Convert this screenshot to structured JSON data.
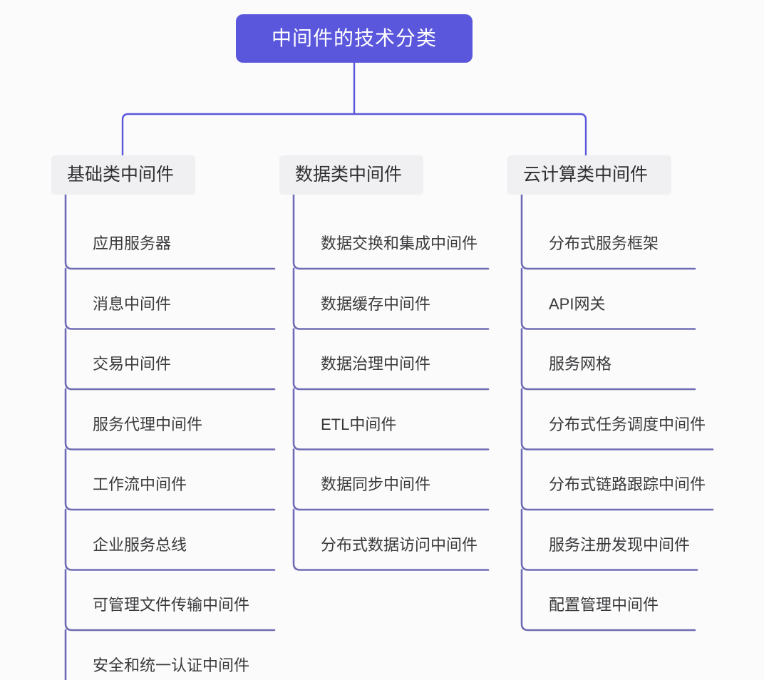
{
  "diagram": {
    "title": "中间件的技术分类",
    "type": "tree-mindmap",
    "colors": {
      "root_fill": "#5b57dc",
      "root_text": "#ffffff",
      "category_fill": "#f0f0f2",
      "category_text": "#2f2f33",
      "leaf_text": "#3a3a3d",
      "connector_root": "#5b57dc",
      "connector_branch": "#6f6cb5",
      "background": "#fbfbfb"
    }
  },
  "root": {
    "label": "中间件的技术分类"
  },
  "categories": [
    {
      "label": "基础类中间件",
      "items": [
        {
          "label": "应用服务器"
        },
        {
          "label": "消息中间件"
        },
        {
          "label": "交易中间件"
        },
        {
          "label": "服务代理中间件"
        },
        {
          "label": "工作流中间件"
        },
        {
          "label": "企业服务总线"
        },
        {
          "label": "可管理文件传输中间件"
        },
        {
          "label": "安全和统一认证中间件"
        }
      ]
    },
    {
      "label": "数据类中间件",
      "items": [
        {
          "label": "数据交换和集成中间件"
        },
        {
          "label": "数据缓存中间件"
        },
        {
          "label": "数据治理中间件"
        },
        {
          "label": "ETL中间件"
        },
        {
          "label": "数据同步中间件"
        },
        {
          "label": "分布式数据访问中间件"
        }
      ]
    },
    {
      "label": "云计算类中间件",
      "items": [
        {
          "label": "分布式服务框架"
        },
        {
          "label": "API网关"
        },
        {
          "label": "服务网格"
        },
        {
          "label": "分布式任务调度中间件"
        },
        {
          "label": "分布式链路跟踪中间件"
        },
        {
          "label": "服务注册发现中间件"
        },
        {
          "label": "配置管理中间件"
        }
      ]
    }
  ]
}
